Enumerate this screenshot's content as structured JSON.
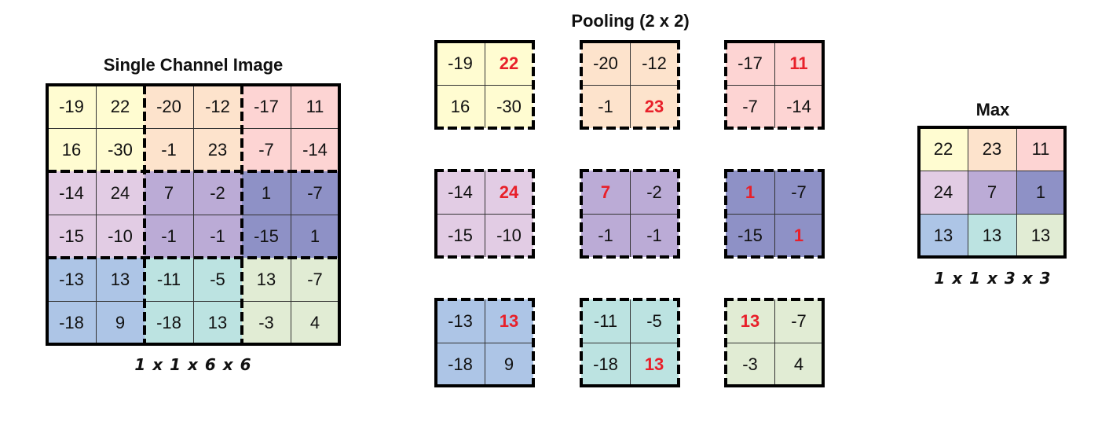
{
  "input": {
    "title": "Single Channel Image",
    "shape_label": "1 x 1 x 6 x 6",
    "rows": [
      [
        "-19",
        "22",
        "-20",
        "-12",
        "-17",
        "11"
      ],
      [
        "16",
        "-30",
        "-1",
        "23",
        "-7",
        "-14"
      ],
      [
        "-14",
        "24",
        "7",
        "-2",
        "1",
        "-7"
      ],
      [
        "-15",
        "-10",
        "-1",
        "-1",
        "-15",
        "1"
      ],
      [
        "-13",
        "13",
        "-11",
        "-5",
        "13",
        "-7"
      ],
      [
        "-18",
        "9",
        "-18",
        "13",
        "-3",
        "4"
      ]
    ]
  },
  "pooling": {
    "title": "Pooling (2 x 2)",
    "blocks": [
      {
        "values": [
          "-19",
          "22",
          "16",
          "-30"
        ],
        "max_index": 1
      },
      {
        "values": [
          "-20",
          "-12",
          "-1",
          "23"
        ],
        "max_index": 3
      },
      {
        "values": [
          "-17",
          "11",
          "-7",
          "-14"
        ],
        "max_index": 1
      },
      {
        "values": [
          "-14",
          "24",
          "-15",
          "-10"
        ],
        "max_index": 1
      },
      {
        "values": [
          "7",
          "-2",
          "-1",
          "-1"
        ],
        "max_index": 0
      },
      {
        "values": [
          "1",
          "-7",
          "-15",
          "1"
        ],
        "max_index": 0,
        "max_index_2": 3
      },
      {
        "values": [
          "-13",
          "13",
          "-18",
          "9"
        ],
        "max_index": 1
      },
      {
        "values": [
          "-11",
          "-5",
          "-18",
          "13"
        ],
        "max_index": 3
      },
      {
        "values": [
          "13",
          "-7",
          "-3",
          "4"
        ],
        "max_index": 0
      }
    ]
  },
  "output": {
    "title": "Max",
    "shape_label": "1 x 1 x 3 x 3",
    "rows": [
      [
        "22",
        "23",
        "11"
      ],
      [
        "24",
        "7",
        "1"
      ],
      [
        "13",
        "13",
        "13"
      ]
    ]
  },
  "colors": {
    "block_fills": [
      "#FFFCD1",
      "#FDE3CC",
      "#FDD4D3",
      "#E2CCE4",
      "#BBABD6",
      "#8E91C6",
      "#ADC5E6",
      "#BCE3E1",
      "#E1ECD4"
    ],
    "highlight": "#E8202A",
    "border": "#000000"
  }
}
